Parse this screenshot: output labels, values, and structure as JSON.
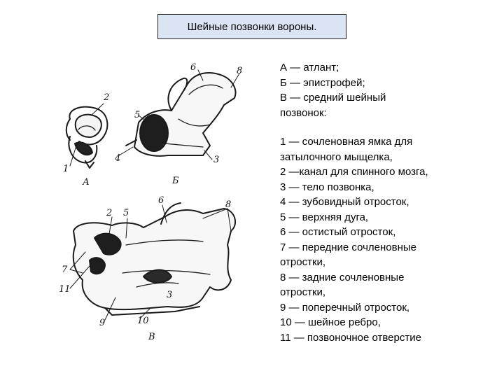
{
  "title": "Шейные позвонки вороны.",
  "figure_labels": {
    "a": "А",
    "b": "Б",
    "v": "В",
    "n1": "1",
    "n2": "2",
    "n3": "3",
    "n4": "4",
    "n5": "5",
    "n6": "6",
    "n7": "7",
    "n8": "8",
    "n9": "9",
    "n10": "10",
    "n11": "11"
  },
  "legend": {
    "parts": [
      "А — атлант;",
      "Б — эпистрофей;",
      "В — средний шейный",
      "позвонок:"
    ],
    "items": [
      "1 — сочленовная ямка для",
      "затылочного мыщелка,",
      "2 —канал для спинного мозга,",
      "3 — тело позвонка,",
      "4 — зубовидный отросток,",
      "5 — верхняя дуга,",
      "6 — остистый отросток,",
      "7 — передние сочленовные",
      "отростки,",
      "8 — задние сочленовные",
      "отростки,",
      "9 — поперечный отросток,",
      "10 — шейное ребро,",
      "11 — позвоночное отверстие"
    ]
  }
}
